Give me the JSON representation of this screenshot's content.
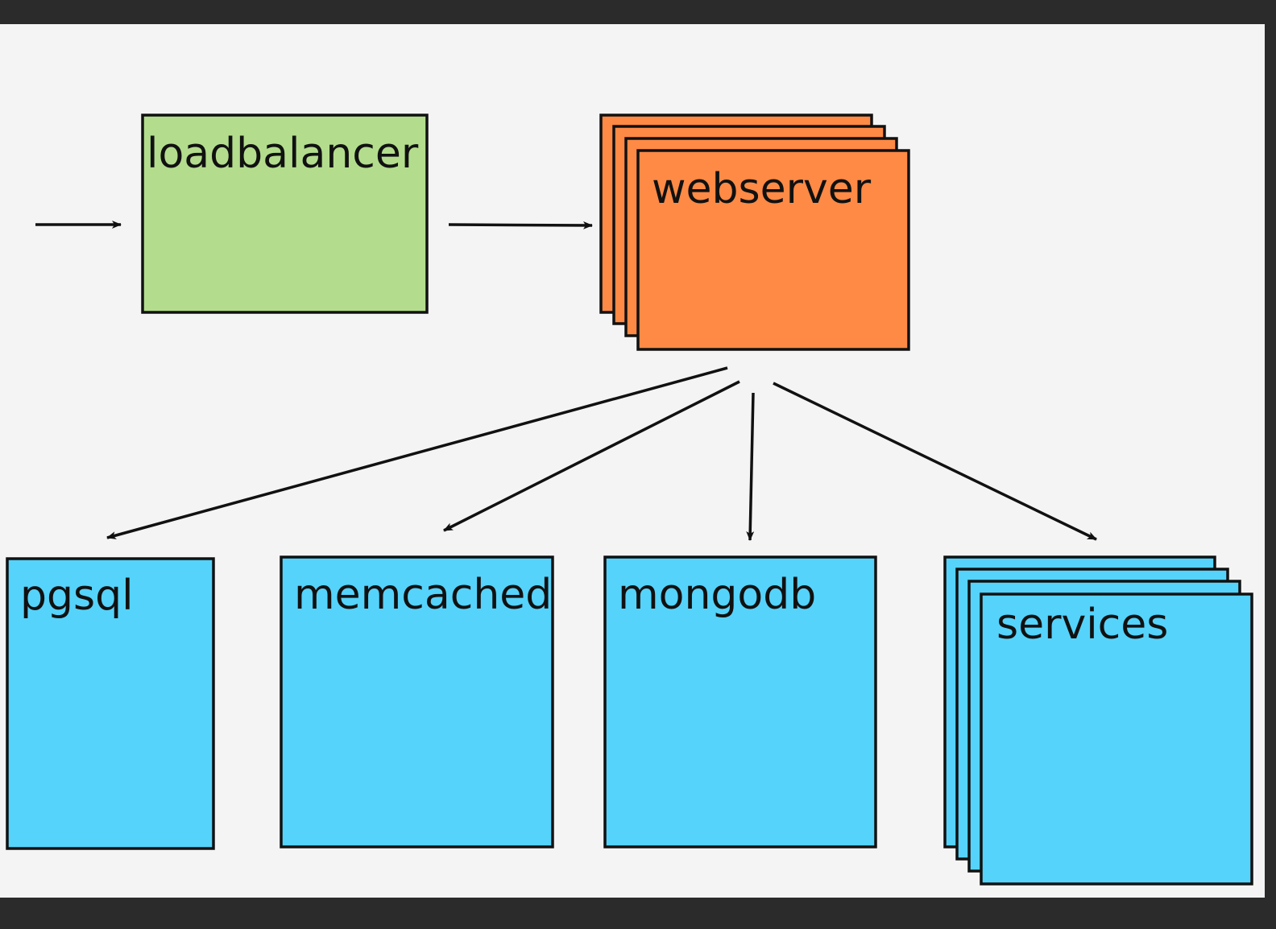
{
  "colors": {
    "frame": "#2b2b2b",
    "canvas": "#f4f4f4",
    "loadbalancer": "#b3dd8d",
    "webserver": "#ff8a45",
    "storage": "#55d3fb",
    "stroke": "#111111"
  },
  "nodes": {
    "loadbalancer": {
      "label": "loadbalancer"
    },
    "webserver": {
      "label": "webserver",
      "stacked": true
    },
    "pgsql": {
      "label": "pgsql"
    },
    "memcached": {
      "label": "memcached"
    },
    "mongodb": {
      "label": "mongodb"
    },
    "services": {
      "label": "services",
      "stacked": true
    }
  },
  "edges": [
    {
      "from": "",
      "to": "loadbalancer"
    },
    {
      "from": "loadbalancer",
      "to": "webserver"
    },
    {
      "from": "webserver",
      "to": "pgsql"
    },
    {
      "from": "webserver",
      "to": "memcached"
    },
    {
      "from": "webserver",
      "to": "mongodb"
    },
    {
      "from": "webserver",
      "to": "services"
    }
  ]
}
